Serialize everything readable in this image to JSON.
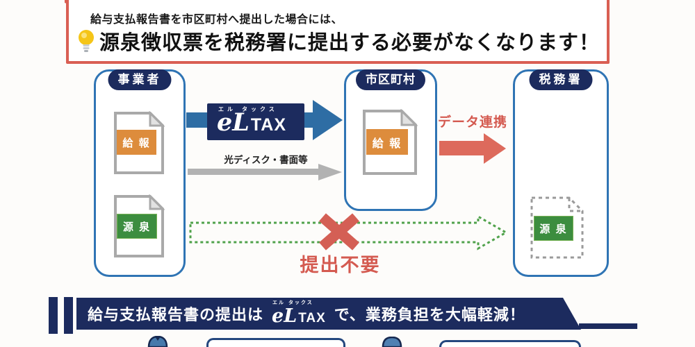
{
  "colors": {
    "navy": "#1c2b5e",
    "steel_blue_arrow": "#2e6da4",
    "salmon_red": "#d95f53",
    "orange_label": "#dd8c3c",
    "green_label": "#3c8d3f",
    "green_dash": "#50a24b",
    "gray_arrow": "#b2b2b2",
    "entity_border_blue": "#2f74b4"
  },
  "header": {
    "line1": "給与支払報告書を市区町村へ提出した場合には、",
    "line2": "源泉徴収票を税務署に提出する必要がなくなります！"
  },
  "diagram": {
    "employer_box": {
      "title": "事業者",
      "doc1_label": "給 報",
      "doc2_label": "源 泉"
    },
    "municipality_box": {
      "title": "市区町村",
      "doc1_label": "給 報"
    },
    "tax_office_box": {
      "title": "税務署",
      "doc1_label": "源 泉"
    },
    "eltax_logo": {
      "furigana_el": "エル",
      "furigana_tax": "タックス",
      "el": "eL",
      "tax": "TAX"
    },
    "disc_arrow_label": "光ディスク・書面等",
    "data_link_label": "データ連携",
    "no_submission_label": "提出不要"
  },
  "banner": {
    "text_before": "給与支払報告書の提出は",
    "logo": {
      "furigana_el": "エル",
      "furigana_tax": "タックス",
      "el": "eL",
      "tax": "TAX"
    },
    "text_after": "で、業務負担を大幅軽減！"
  }
}
